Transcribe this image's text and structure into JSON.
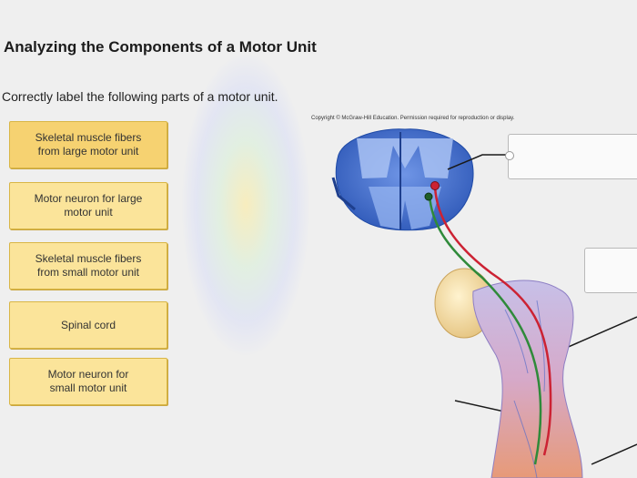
{
  "page": {
    "title": "Analyzing the Components of a Motor Unit",
    "instructions": "Correctly label the following parts of a motor unit.",
    "copyright": "Copyright © McGraw-Hill Education. Permission required for reproduction or display."
  },
  "labels": [
    {
      "text": "Skeletal muscle fibers\nfrom large motor unit"
    },
    {
      "text": "Motor neuron for large\nmotor unit"
    },
    {
      "text": "Skeletal muscle fibers\nfrom small motor unit"
    },
    {
      "text": "Spinal cord"
    },
    {
      "text": "Motor neuron for\nsmall motor unit"
    }
  ],
  "colors": {
    "card_fill": "#fbe49a",
    "spinal_cord_blue": "#3c6fd0",
    "neuron_red": "#cc2233",
    "neuron_green": "#2f8a3a",
    "bone": "#f1d79a"
  }
}
